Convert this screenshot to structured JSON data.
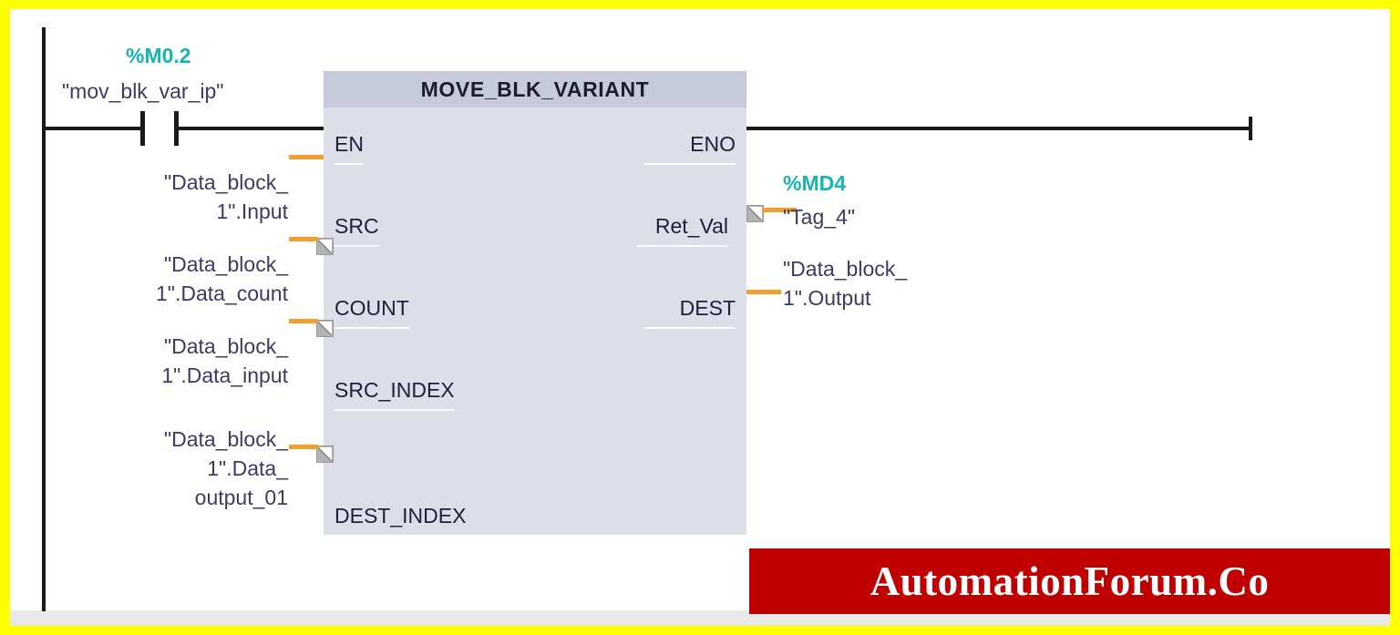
{
  "frame": {
    "border_color": "#ffff00",
    "canvas_color": "#ffffff"
  },
  "rung": {
    "contact": {
      "type": "normally-open-contact",
      "address": "%M0.2",
      "symbol": "\"mov_blk_var_ip\""
    },
    "eno_output": {
      "label": "ENO"
    }
  },
  "block": {
    "title": "MOVE_BLK_VARIANT",
    "header_color": "#c7cada",
    "body_color": "#dcdee8",
    "inputs": [
      {
        "param": "EN",
        "operand_lines": [],
        "has_marker": false
      },
      {
        "param": "SRC",
        "operand_lines": [
          "\"Data_block_",
          "1\".Input"
        ],
        "has_marker": false
      },
      {
        "param": "COUNT",
        "operand_lines": [
          "\"Data_block_",
          "1\".Data_count"
        ],
        "has_marker": true
      },
      {
        "param": "SRC_INDEX",
        "operand_lines": [
          "\"Data_block_",
          "1\".Data_input"
        ],
        "has_marker": true
      },
      {
        "param": "DEST_INDEX",
        "operand_lines": [
          "\"Data_block_",
          "1\".Data_",
          "output_01"
        ],
        "has_marker": true
      }
    ],
    "outputs": [
      {
        "param": "ENO",
        "operand_lines": [],
        "address": "",
        "has_marker": false
      },
      {
        "param": "Ret_Val",
        "operand_lines": [
          "\"Tag_4\""
        ],
        "address": "%MD4",
        "has_marker": true
      },
      {
        "param": "DEST",
        "operand_lines": [
          "\"Data_block_",
          "1\".Output"
        ],
        "address": "",
        "has_marker": false
      }
    ]
  },
  "watermark": {
    "text": "AutomationForum.Co",
    "background": "#c00000",
    "color": "#ffffff"
  },
  "colors": {
    "address_teal": "#16b5b0",
    "operand_navy": "#3b3b63",
    "connector_orange": "#f0a02e",
    "wire_black": "#1a1a1a"
  }
}
